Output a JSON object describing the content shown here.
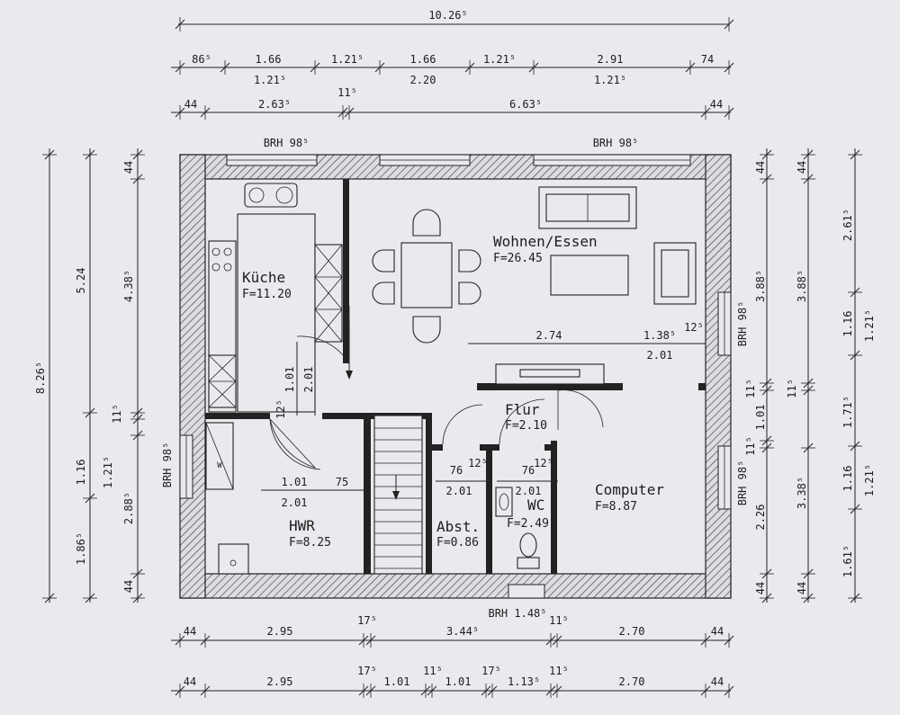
{
  "dims": {
    "top_total": "10.26⁵",
    "top_row1": [
      "86⁵",
      "1.66",
      "1.21⁵",
      "1.66",
      "1.21⁵",
      "2.91",
      "74"
    ],
    "top_row1_below": [
      "1.21⁵",
      "2.20",
      "1.21⁵"
    ],
    "top_row2": [
      "44",
      "2.63⁵",
      "11⁵",
      "6.63⁵",
      "44"
    ],
    "bottom_row1": [
      "44",
      "2.95",
      "17⁵",
      "3.44⁵",
      "11⁵",
      "2.70",
      "44"
    ],
    "bottom_row2": [
      "44",
      "2.95",
      "17⁵",
      "1.01",
      "11⁵",
      "1.01",
      "17⁵",
      "1.13⁵",
      "11⁵",
      "2.70",
      "44"
    ],
    "left_total": "8.26⁵",
    "left_col1": [
      "5.24",
      "1.16",
      "1.86⁵"
    ],
    "left_col2": [
      "44",
      "4.38⁵",
      "11⁵",
      "1.21⁵",
      "2.88⁵",
      "44"
    ],
    "right_col1": [
      "44",
      "3.88⁵",
      "11⁵",
      "1.01",
      "11⁵",
      "2.26",
      "44"
    ],
    "right_col2": [
      "44",
      "3.88⁵",
      "11⁵",
      "1.71⁵",
      "3.38⁵",
      "44"
    ],
    "right_col3": [
      "2.61⁵",
      "1.16",
      "1.21⁵",
      "1.16",
      "1.21⁵",
      "1.61⁵"
    ]
  },
  "labels": {
    "brh_top_left": "BRH 98⁵",
    "brh_top_right": "BRH 98⁵",
    "brh_left": "BRH 98⁵",
    "brh_right_upper": "BRH 98⁵",
    "brh_right_lower": "BRH 98⁵",
    "brh_bottom": "BRH 1.48⁵",
    "washer": "W"
  },
  "rooms": [
    {
      "name": "Küche",
      "area": "F=11.20"
    },
    {
      "name": "Wohnen/Essen",
      "area": "F=26.45"
    },
    {
      "name": "Flur",
      "area": "F=2.10"
    },
    {
      "name": "Computer",
      "area": "F=8.87"
    },
    {
      "name": "HWR",
      "area": "F=8.25"
    },
    {
      "name": "Abst.",
      "area": "F=0.86"
    },
    {
      "name": "WC",
      "area": "F=2.49"
    }
  ],
  "inner_dims": {
    "kitchen_door": [
      "1.01",
      "2.01",
      "12⁵"
    ],
    "living_row": [
      "2.74",
      "1.38⁵",
      "12⁵"
    ],
    "living_below": "2.01",
    "hwr": [
      "1.01",
      "75",
      "2.01"
    ],
    "abst": [
      "76",
      "12⁵",
      "2.01"
    ],
    "wc": [
      "76",
      "12⁵",
      "2.01"
    ]
  }
}
